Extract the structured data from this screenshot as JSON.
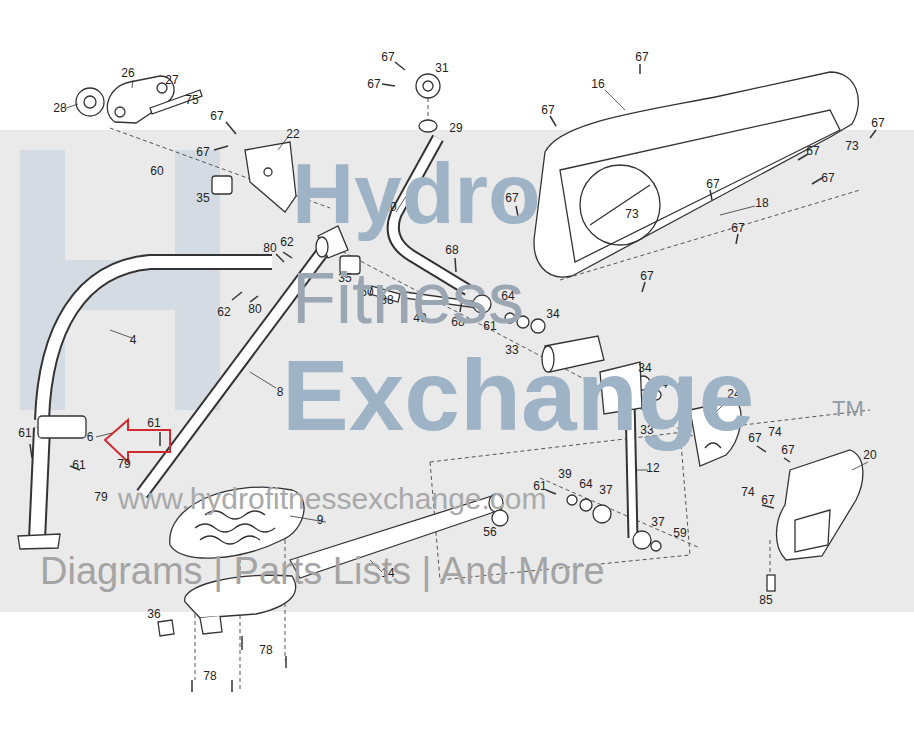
{
  "diagram": {
    "labels": [
      "67",
      "67",
      "31",
      "26",
      "27",
      "67",
      "16",
      "75",
      "28",
      "67",
      "67",
      "67",
      "29",
      "22",
      "73",
      "67",
      "67",
      "60",
      "67",
      "67",
      "35",
      "67",
      "18",
      "10",
      "73",
      "67",
      "62",
      "80",
      "68",
      "67",
      "35",
      "60",
      "64",
      "38",
      "80",
      "62",
      "34",
      "49",
      "68",
      "61",
      "4",
      "33",
      "34",
      "64",
      "61",
      "8",
      "24",
      "61",
      "33",
      "61",
      "74",
      "6",
      "67",
      "67",
      "20",
      "79",
      "61",
      "12",
      "39",
      "64",
      "61",
      "37",
      "74",
      "79",
      "67",
      "9",
      "37",
      "56",
      "59",
      "14",
      "85",
      "36",
      "78",
      "78",
      "Hydro",
      "Fitness",
      "Exchange",
      "TM",
      "www.hydrofitnessexchange.com",
      "Diagrams | Parts Lists | And More"
    ]
  }
}
